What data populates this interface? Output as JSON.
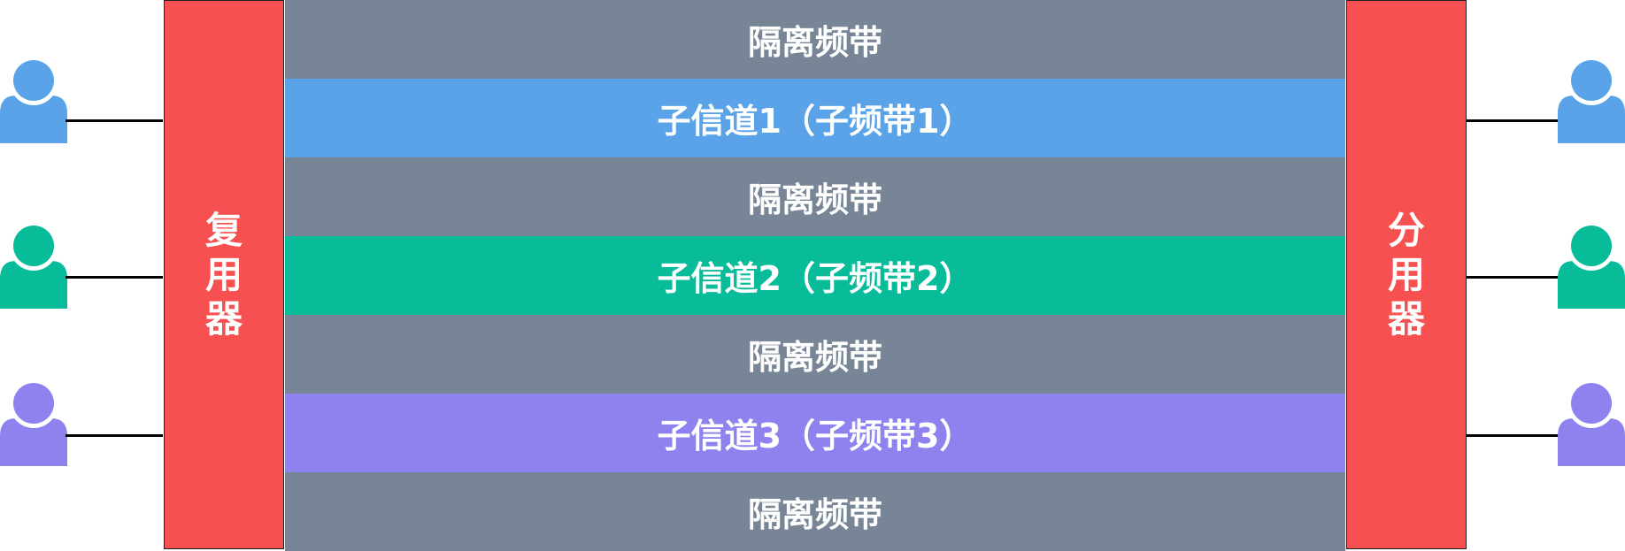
{
  "colors": {
    "mux": "#F75050",
    "guard": "#788596",
    "channel_1": "#5BA3E9",
    "channel_2": "#08BC9A",
    "channel_3": "#8D82EE",
    "wire": "#000000"
  },
  "multiplexer": {
    "chars": [
      "复",
      "用",
      "器"
    ]
  },
  "demultiplexer": {
    "chars": [
      "分",
      "用",
      "器"
    ]
  },
  "bands": [
    {
      "label": "隔离频带",
      "kind": "guard"
    },
    {
      "label": "子信道1（子频带1）",
      "kind": "channel_1"
    },
    {
      "label": "隔离频带",
      "kind": "guard"
    },
    {
      "label": "子信道2（子频带2）",
      "kind": "channel_2"
    },
    {
      "label": "隔离频带",
      "kind": "guard"
    },
    {
      "label": "子信道3（子频带3）",
      "kind": "channel_3"
    },
    {
      "label": "隔离频带",
      "kind": "guard"
    }
  ],
  "users": [
    {
      "icon": "user-icon",
      "color_key": "channel_1"
    },
    {
      "icon": "user-icon",
      "color_key": "channel_2"
    },
    {
      "icon": "user-icon",
      "color_key": "channel_3"
    }
  ]
}
